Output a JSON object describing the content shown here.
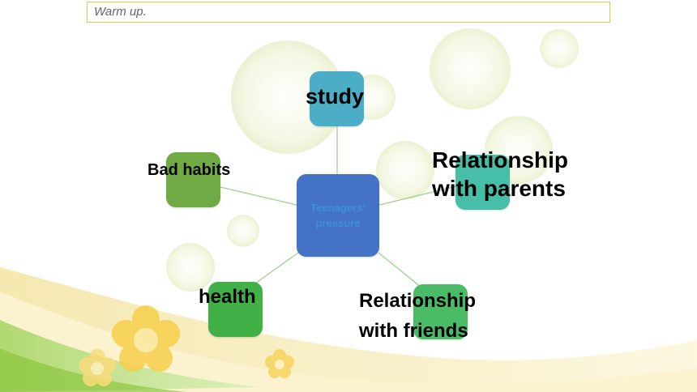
{
  "header": {
    "text": "Warm up."
  },
  "colors": {
    "center": "#4472c4",
    "center_text": "#3f8fd6",
    "study": "#4badc6",
    "relationship_parents": "#47bfa8",
    "relationship_friends": "#4cbb66",
    "health": "#41b047",
    "bad_habits": "#6faa44",
    "connector": "#9fd18c",
    "header_border": "#e6c84a"
  },
  "diagram": {
    "center": {
      "label_line1": "Teenagers’",
      "label_line2": "pressure"
    },
    "nodes": {
      "study": "study",
      "relationship_parents_line1": "Relationship",
      "relationship_parents_line2": "with parents",
      "bad_habits": "Bad habits",
      "health": "health",
      "relationship_friends_line1": "Relationship",
      "relationship_friends_line2": "with friends"
    }
  }
}
